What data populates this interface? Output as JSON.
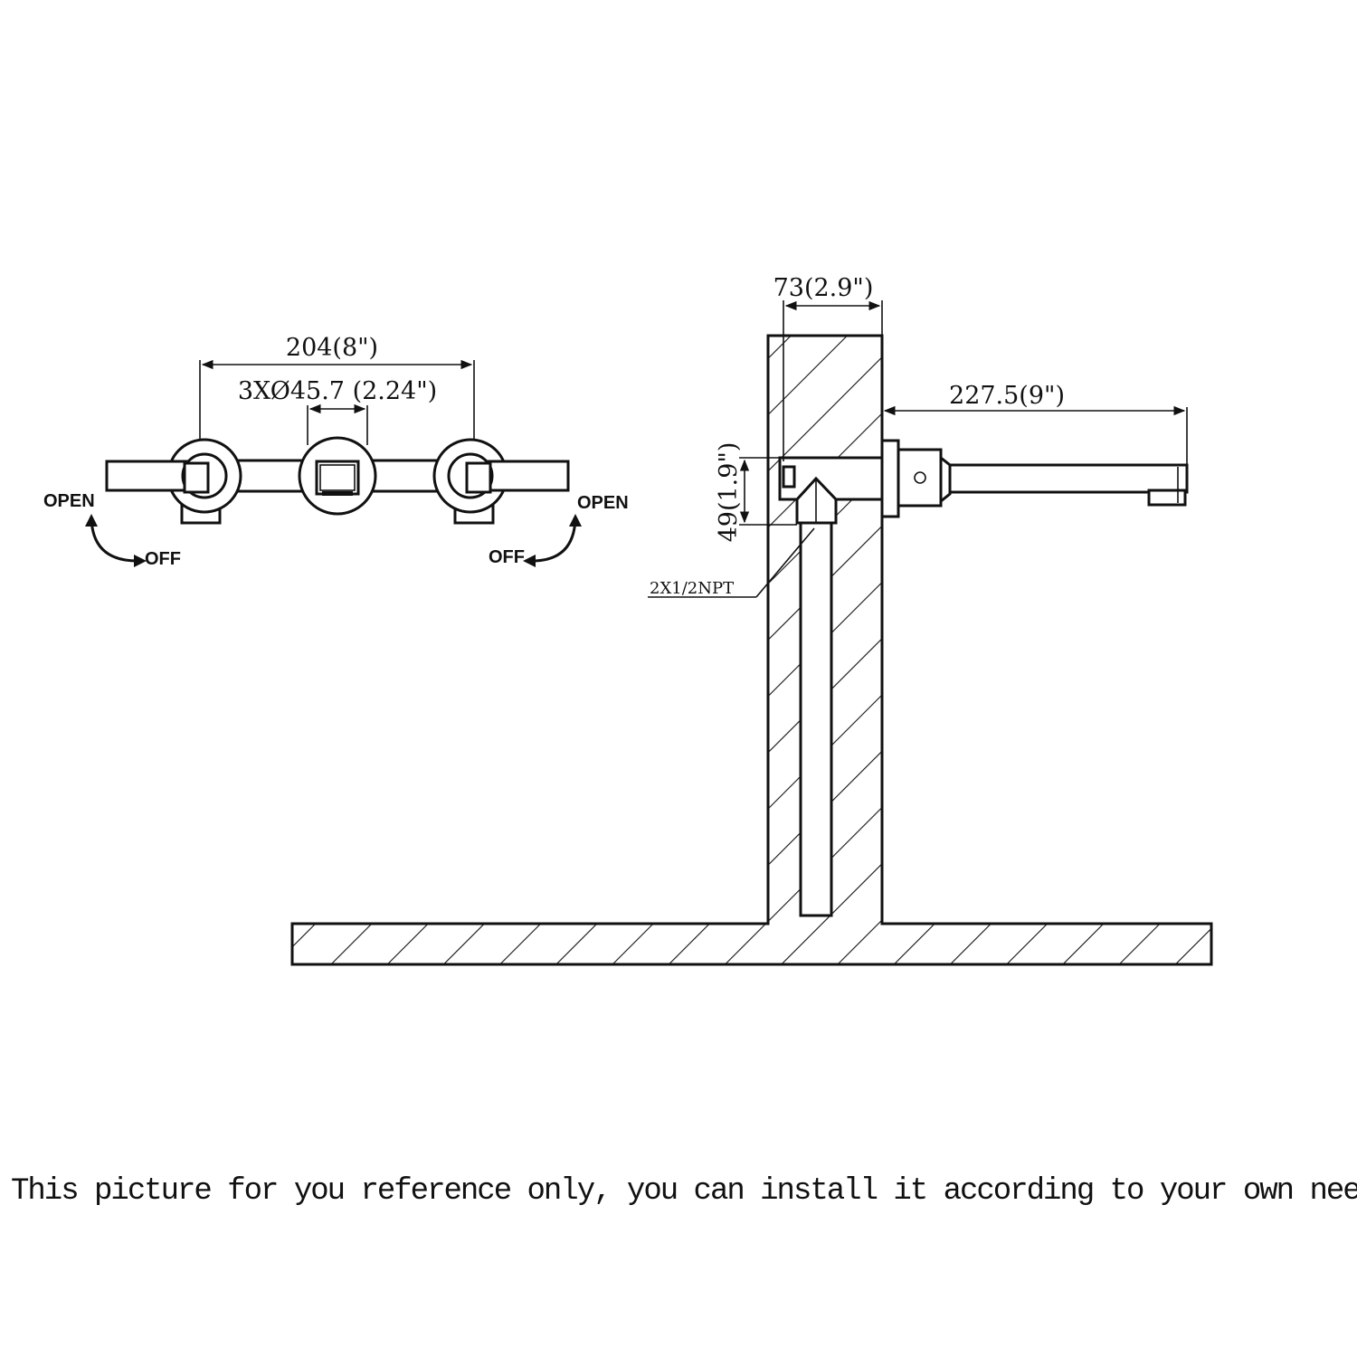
{
  "front_view": {
    "width_dim": "204(8\")",
    "diameter_dim": "3XØ45.7 (2.24\")",
    "left_open": "OPEN",
    "left_off": "OFF",
    "right_open": "OPEN",
    "right_off": "OFF"
  },
  "side_view": {
    "depth_dim": "73(2.9\")",
    "spout_dim": "227.5(9\")",
    "height_dim": "49(1.9\")",
    "connection_label": "2X1/2NPT"
  },
  "note": "This  picture for you reference only, you can install it according to your own needs."
}
